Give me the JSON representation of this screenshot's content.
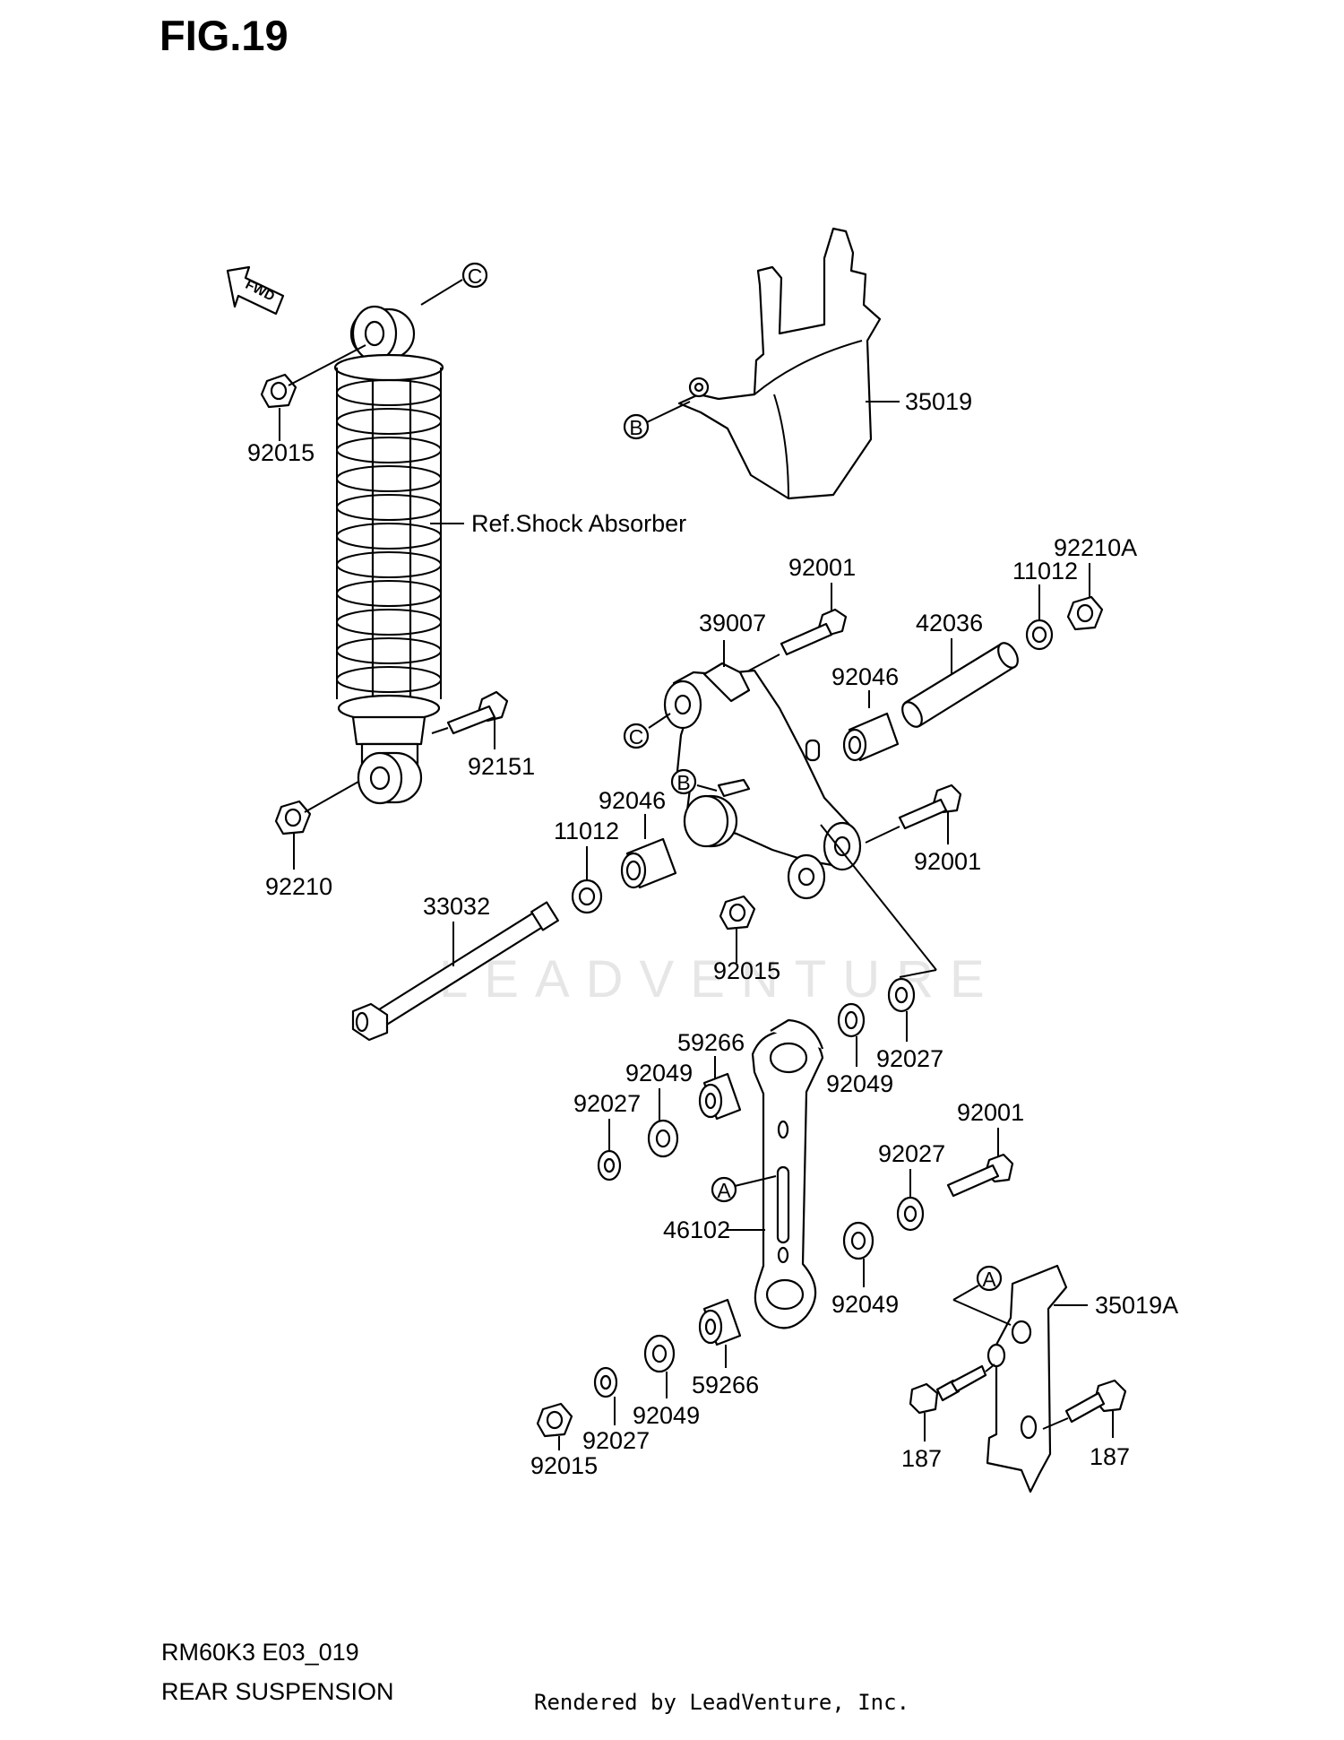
{
  "figure_title": "FIG.19",
  "fwd_tag": "FWD",
  "watermark": "LEADVENTURE",
  "footer": {
    "model_code": "RM60K3 E03_019",
    "figure_name": "REAR SUSPENSION",
    "rendered_by": "Rendered by LeadVenture, Inc."
  },
  "callouts": {
    "a_top": "A",
    "a_bottom": "A",
    "b_top": "B",
    "b_mid": "B",
    "c_top": "C",
    "c_mid": "C"
  },
  "part_labels": {
    "p92015_top": "92015",
    "shock_ref": "Ref.Shock Absorber",
    "p92151": "92151",
    "p92210": "92210",
    "p35019": "35019",
    "p92001_top": "92001",
    "p39007": "39007",
    "p42036": "42036",
    "p11012_right": "11012",
    "p92210A": "92210A",
    "p92046_right": "92046",
    "p92046_left": "92046",
    "p11012_left": "11012",
    "p92001_mid": "92001",
    "p33032": "33032",
    "p92015_mid": "92015",
    "p92027_right": "92027",
    "p92049_right": "92049",
    "p59266_top": "59266",
    "p92049_left": "92049",
    "p92027_left": "92027",
    "p92001_low": "92001",
    "p92027_mid": "92027",
    "p46102": "46102",
    "p92049_low": "92049",
    "p35019A": "35019A",
    "p59266_bottom": "59266",
    "p92049_bottom": "92049",
    "p92027_bottom": "92027",
    "p92015_bottom": "92015",
    "p187_left": "187",
    "p187_right": "187"
  }
}
